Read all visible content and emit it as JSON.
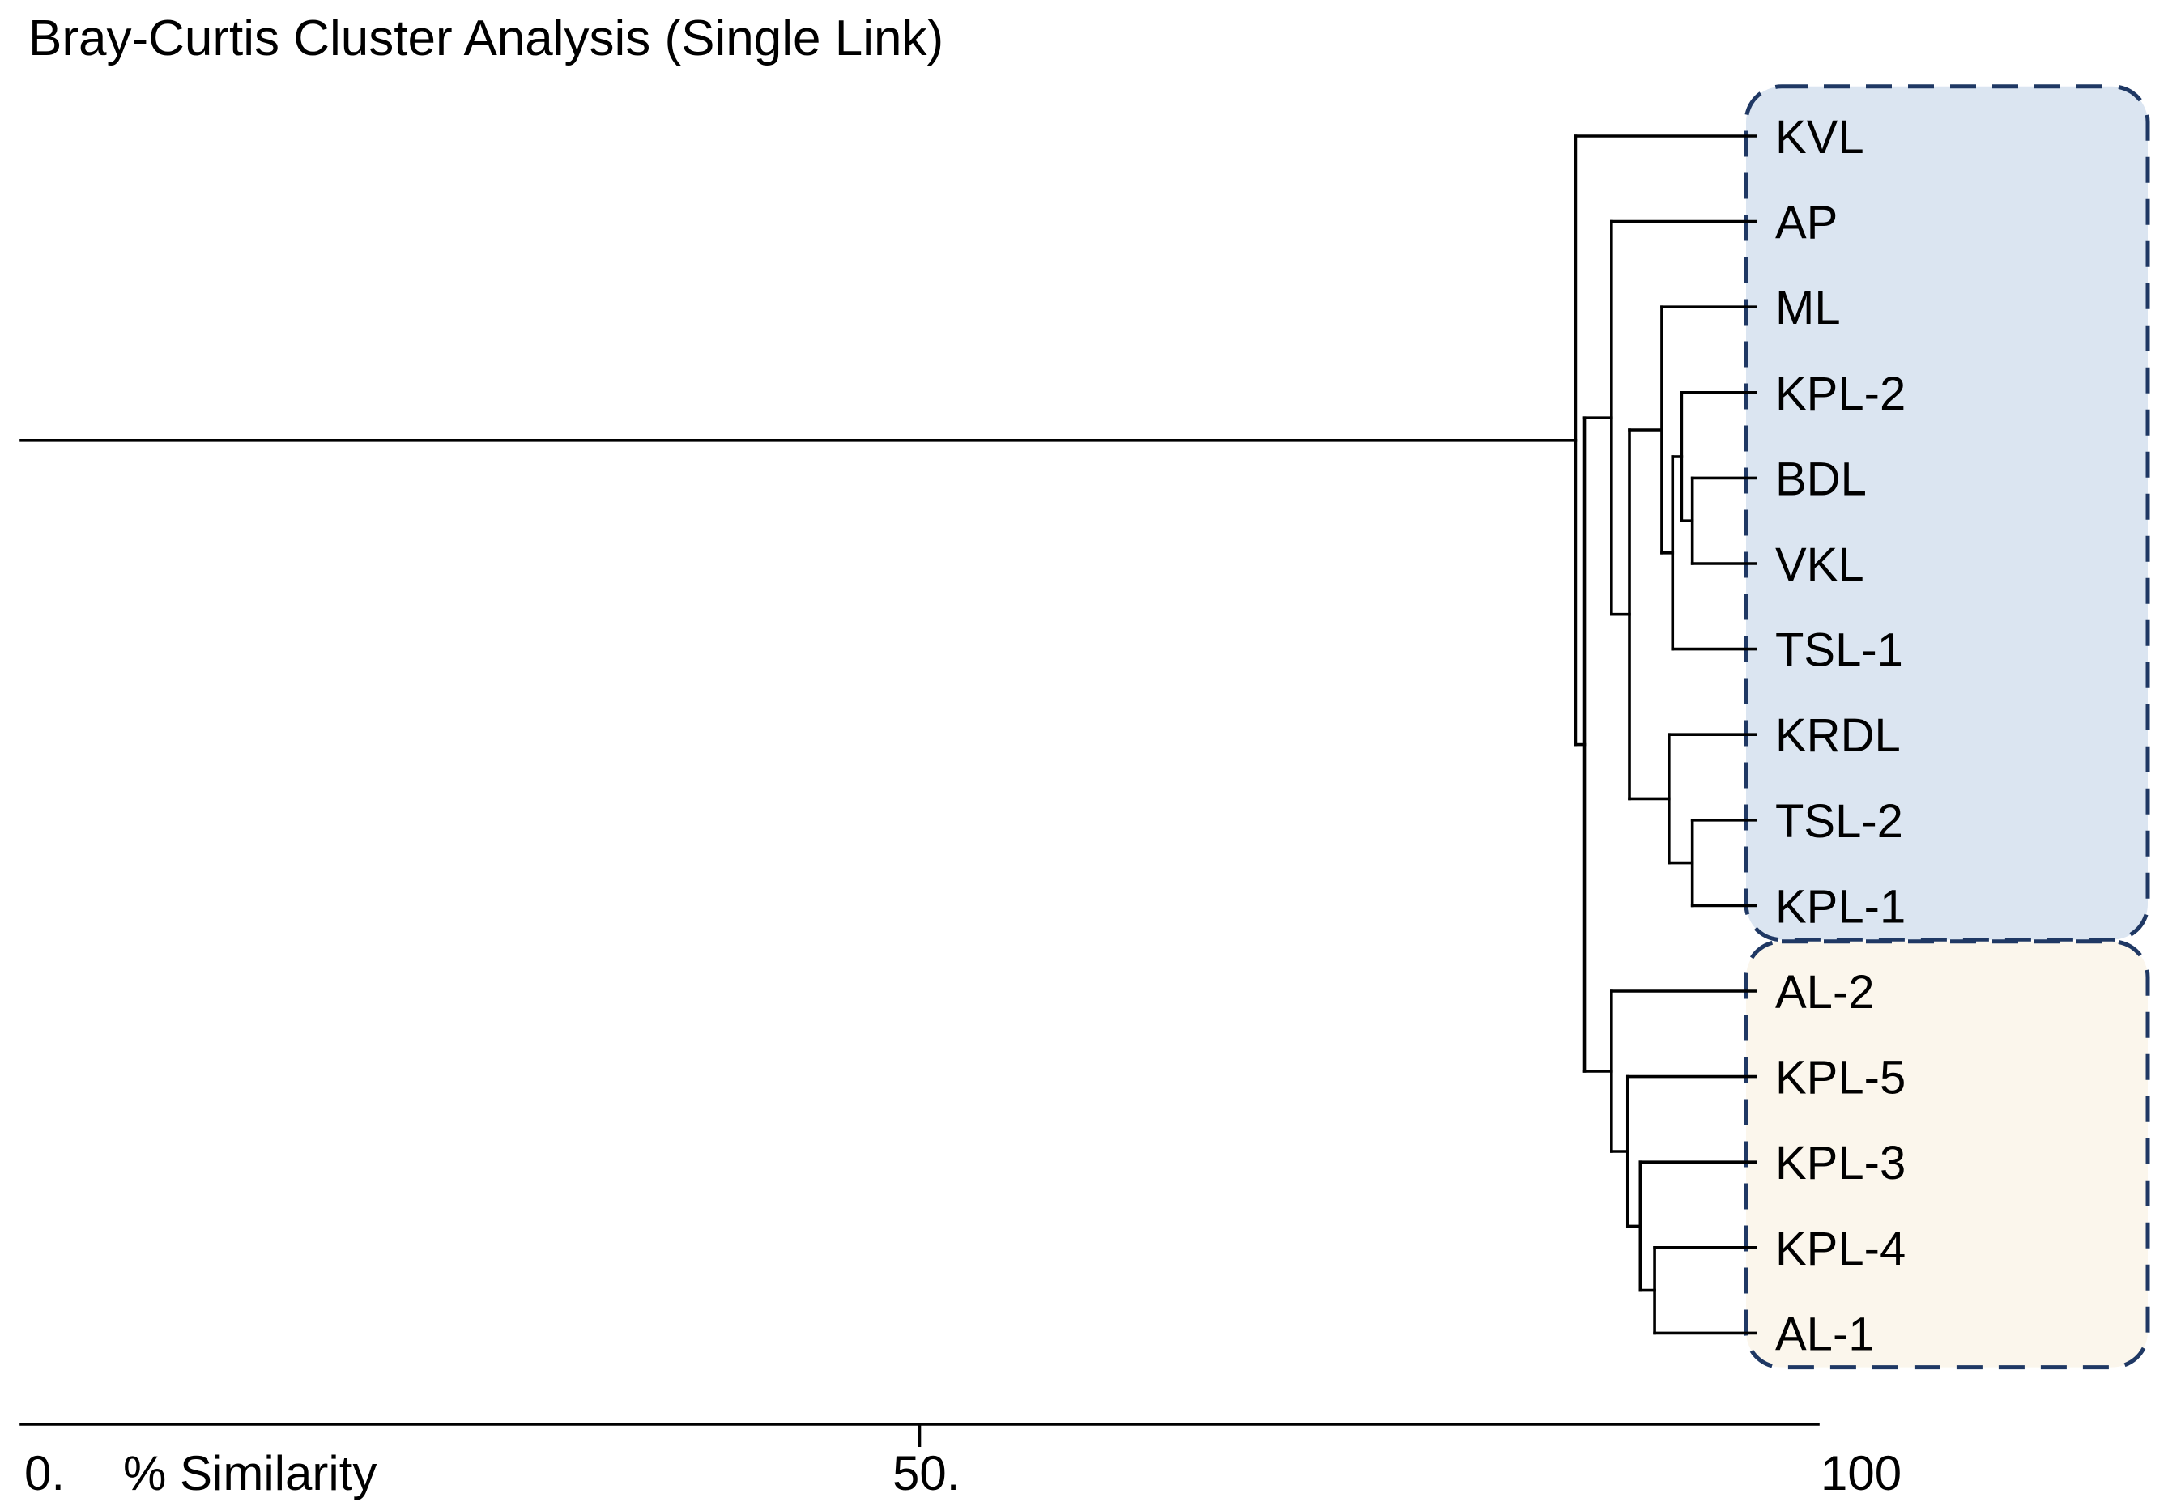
{
  "header": {
    "title": "Bray-Curtis Cluster Analysis (Single Link)"
  },
  "colors": {
    "background": "#ffffff",
    "line": "#000000",
    "text": "#000000",
    "cluster_border": "#1f3864",
    "upper_cluster_fill": "#dbe5f1",
    "lower_cluster_fill": "#fbf6ec"
  },
  "chart_data": {
    "type": "dendrogram",
    "title": "Bray-Curtis Cluster Analysis (Single Link)",
    "distance_metric": "Bray-Curtis",
    "linkage": "single",
    "orientation": "horizontal, leaves on right",
    "axis": {
      "label": "% Similarity",
      "range": [
        0,
        100
      ],
      "position": "bottom",
      "ticks": [
        {
          "value": 0,
          "label": "0."
        },
        {
          "value": 50,
          "label": "50."
        },
        {
          "value": 100,
          "label": "100"
        }
      ]
    },
    "leaves": [
      "KVL",
      "AP",
      "ML",
      "KPL-2",
      "BDL",
      "VKL",
      "TSL-1",
      "KRDL",
      "TSL-2",
      "KPL-1",
      "AL-2",
      "KPL-5",
      "KPL-3",
      "KPL-4",
      "AL-1"
    ],
    "tree": {
      "sim": 86.5,
      "children": [
        {
          "leaf": "KVL"
        },
        {
          "sim": 87.0,
          "children": [
            {
              "sim": 88.5,
              "children": [
                {
                  "leaf": "AP"
                },
                {
                  "sim": 89.5,
                  "children": [
                    {
                      "sim": 91.3,
                      "children": [
                        {
                          "leaf": "ML"
                        },
                        {
                          "sim": 91.9,
                          "children": [
                            {
                              "sim": 92.4,
                              "children": [
                                {
                                  "leaf": "KPL-2"
                                },
                                {
                                  "sim": 93.0,
                                  "children": [
                                    {
                                      "leaf": "BDL"
                                    },
                                    {
                                      "leaf": "VKL"
                                    }
                                  ]
                                }
                              ]
                            },
                            {
                              "leaf": "TSL-1"
                            }
                          ]
                        }
                      ]
                    },
                    {
                      "sim": 91.7,
                      "children": [
                        {
                          "leaf": "KRDL"
                        },
                        {
                          "sim": 93.0,
                          "children": [
                            {
                              "leaf": "TSL-2"
                            },
                            {
                              "leaf": "KPL-1"
                            }
                          ]
                        }
                      ]
                    }
                  ]
                }
              ]
            },
            {
              "sim": 88.5,
              "children": [
                {
                  "leaf": "AL-2"
                },
                {
                  "sim": 89.4,
                  "children": [
                    {
                      "leaf": "KPL-5"
                    },
                    {
                      "sim": 90.1,
                      "children": [
                        {
                          "leaf": "KPL-3"
                        },
                        {
                          "sim": 90.9,
                          "children": [
                            {
                              "leaf": "KPL-4"
                            },
                            {
                              "leaf": "AL-1"
                            }
                          ]
                        }
                      ]
                    }
                  ]
                }
              ]
            }
          ]
        }
      ]
    },
    "clusters": [
      {
        "id": "upper",
        "leaves_from": "KVL",
        "leaves_to": "KPL-1",
        "members": [
          "KVL",
          "AP",
          "ML",
          "KPL-2",
          "BDL",
          "VKL",
          "TSL-1",
          "KRDL",
          "TSL-2",
          "KPL-1"
        ],
        "fill": "#dbe5f1",
        "border": "#1f3864"
      },
      {
        "id": "lower",
        "leaves_from": "AL-2",
        "leaves_to": "AL-1",
        "members": [
          "AL-2",
          "KPL-5",
          "KPL-3",
          "KPL-4",
          "AL-1"
        ],
        "fill": "#fbf6ec",
        "border": "#1f3864"
      }
    ]
  }
}
